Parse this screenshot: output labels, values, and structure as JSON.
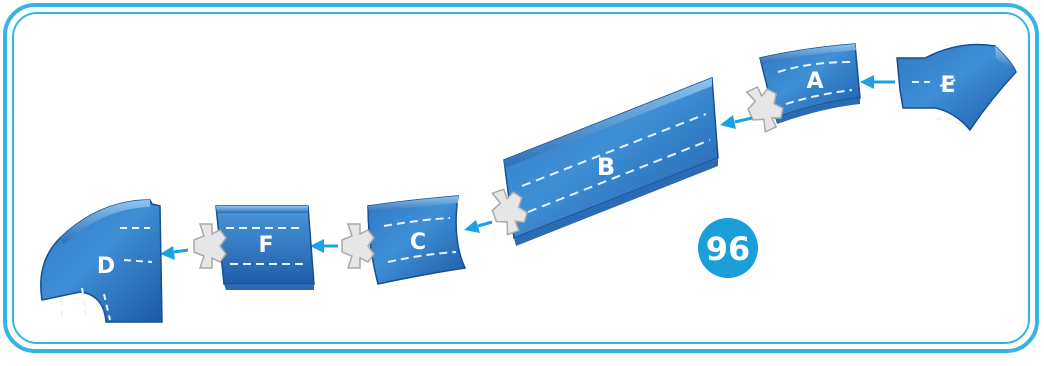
{
  "colors": {
    "frame": "#35b4e6",
    "water_dark": "#1c5ea9",
    "water_mid": "#3b86cf",
    "water_light": "#7fbbe9",
    "arrow": "#1aa3e0",
    "connector": "#e5e5e5",
    "badge": "#1a9fd8",
    "label": "#ffffff"
  },
  "pieces": {
    "a": {
      "label": "A",
      "shape": "curved-track"
    },
    "b": {
      "label": "B",
      "shape": "long-straight-track"
    },
    "c": {
      "label": "C",
      "shape": "curved-track"
    },
    "d": {
      "label": "D",
      "shape": "quarter-turn-track"
    },
    "e": {
      "label": "E",
      "shape": "quarter-turn-track"
    },
    "f": {
      "label": "F",
      "shape": "short-straight-track"
    }
  },
  "sequence": [
    "E",
    "A",
    "B",
    "C",
    "F",
    "D"
  ],
  "badge": {
    "number": "96"
  },
  "icons": [
    "arrow-left-icon",
    "puzzle-connector-icon"
  ]
}
